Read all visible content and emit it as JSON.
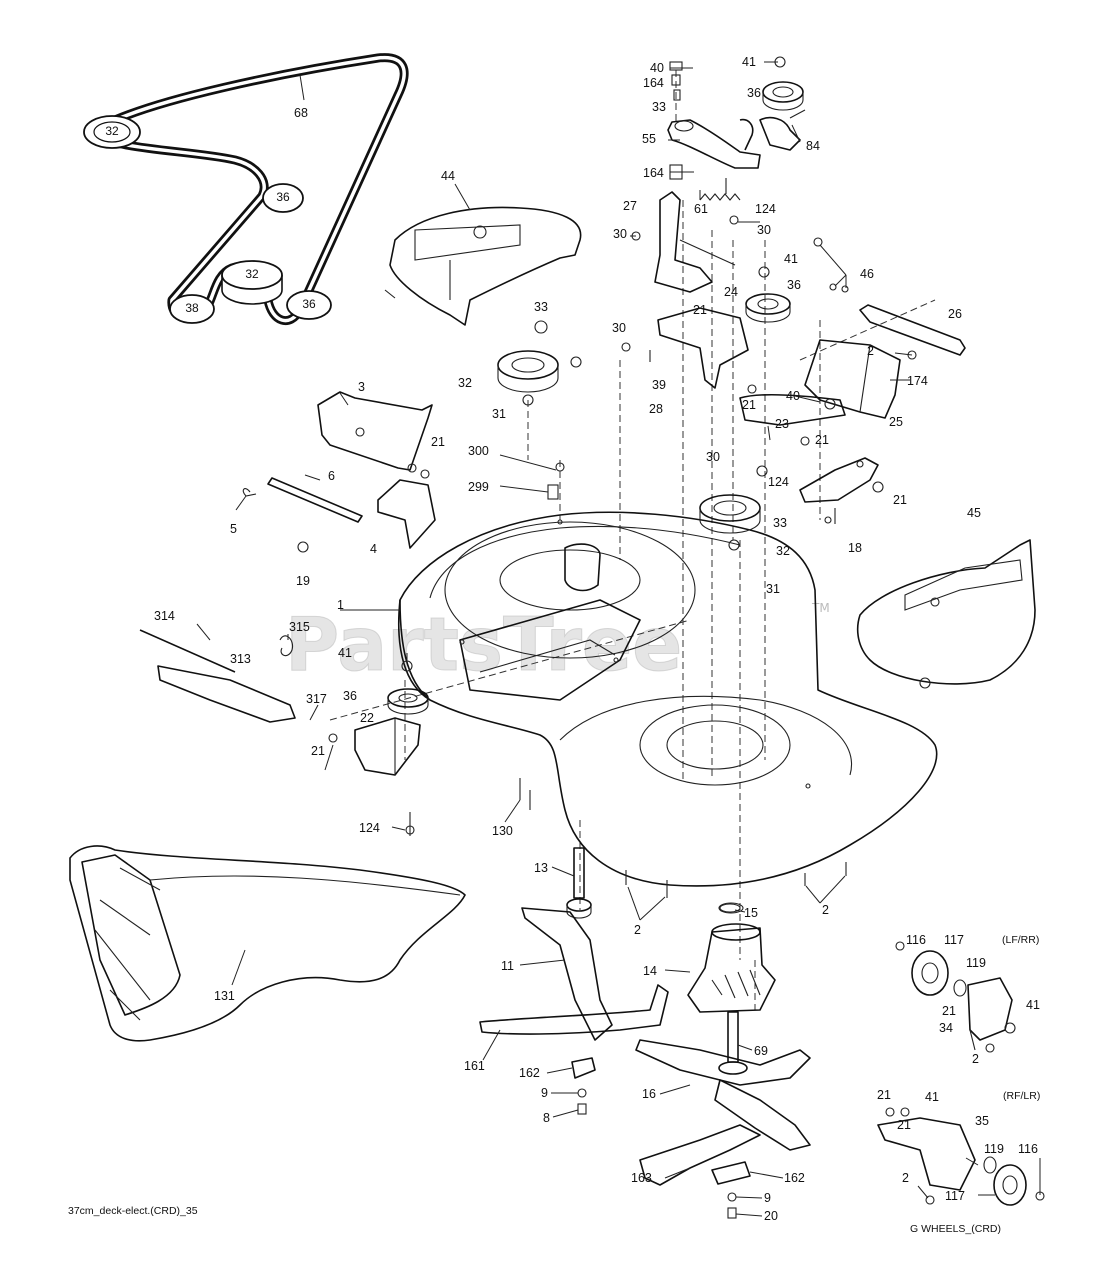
{
  "diagram": {
    "watermark": "PartsTree",
    "watermark_mark": "TM",
    "caption_left": "37cm_deck-elect.(CRD)_35",
    "caption_right": "G WHEELS_(CRD)",
    "variant_lf_rr": "(LF/RR)",
    "variant_rf_lr": "(RF/LR)",
    "belt_pulleys": [
      "32",
      "36",
      "32",
      "38",
      "36"
    ],
    "callouts": [
      {
        "id": "c1",
        "text": "68"
      },
      {
        "id": "c2",
        "text": "44"
      },
      {
        "id": "c3",
        "text": "40"
      },
      {
        "id": "c4",
        "text": "164"
      },
      {
        "id": "c5",
        "text": "33"
      },
      {
        "id": "c6",
        "text": "55"
      },
      {
        "id": "c7",
        "text": "41"
      },
      {
        "id": "c8",
        "text": "36"
      },
      {
        "id": "c9",
        "text": "84"
      },
      {
        "id": "c10",
        "text": "164"
      },
      {
        "id": "c11",
        "text": "61"
      },
      {
        "id": "c12",
        "text": "124"
      },
      {
        "id": "c13",
        "text": "27"
      },
      {
        "id": "c14",
        "text": "30"
      },
      {
        "id": "c15",
        "text": "30"
      },
      {
        "id": "c16",
        "text": "41"
      },
      {
        "id": "c17",
        "text": "46"
      },
      {
        "id": "c18",
        "text": "36"
      },
      {
        "id": "c19",
        "text": "33"
      },
      {
        "id": "c20",
        "text": "30"
      },
      {
        "id": "c21",
        "text": "21"
      },
      {
        "id": "c22",
        "text": "24"
      },
      {
        "id": "c23",
        "text": "26"
      },
      {
        "id": "c24",
        "text": "2"
      },
      {
        "id": "c25",
        "text": "174"
      },
      {
        "id": "c26",
        "text": "32"
      },
      {
        "id": "c27",
        "text": "39"
      },
      {
        "id": "c28",
        "text": "31"
      },
      {
        "id": "c29",
        "text": "28"
      },
      {
        "id": "c30",
        "text": "40"
      },
      {
        "id": "c31",
        "text": "21"
      },
      {
        "id": "c32",
        "text": "3"
      },
      {
        "id": "c33",
        "text": "21"
      },
      {
        "id": "c34",
        "text": "23"
      },
      {
        "id": "c35",
        "text": "21"
      },
      {
        "id": "c36",
        "text": "300"
      },
      {
        "id": "c37",
        "text": "30"
      },
      {
        "id": "c38",
        "text": "124"
      },
      {
        "id": "c39",
        "text": "25"
      },
      {
        "id": "c40",
        "text": "6"
      },
      {
        "id": "c41",
        "text": "299"
      },
      {
        "id": "c42",
        "text": "21"
      },
      {
        "id": "c43",
        "text": "5"
      },
      {
        "id": "c44",
        "text": "4"
      },
      {
        "id": "c45",
        "text": "33"
      },
      {
        "id": "c46",
        "text": "32"
      },
      {
        "id": "c47",
        "text": "18"
      },
      {
        "id": "c48",
        "text": "45"
      },
      {
        "id": "c49",
        "text": "19"
      },
      {
        "id": "c50",
        "text": "31"
      },
      {
        "id": "c51",
        "text": "1"
      },
      {
        "id": "c52",
        "text": "314"
      },
      {
        "id": "c53",
        "text": "315"
      },
      {
        "id": "c54",
        "text": "313"
      },
      {
        "id": "c55",
        "text": "41"
      },
      {
        "id": "c56",
        "text": "36"
      },
      {
        "id": "c57",
        "text": "317"
      },
      {
        "id": "c58",
        "text": "22"
      },
      {
        "id": "c59",
        "text": "21"
      },
      {
        "id": "c60",
        "text": "124"
      },
      {
        "id": "c61",
        "text": "130"
      },
      {
        "id": "c62",
        "text": "13"
      },
      {
        "id": "c63",
        "text": "15"
      },
      {
        "id": "c64",
        "text": "2"
      },
      {
        "id": "c65",
        "text": "2"
      },
      {
        "id": "c66",
        "text": "11"
      },
      {
        "id": "c67",
        "text": "14"
      },
      {
        "id": "c68",
        "text": "131"
      },
      {
        "id": "c69",
        "text": "161"
      },
      {
        "id": "c70",
        "text": "69"
      },
      {
        "id": "c71",
        "text": "162"
      },
      {
        "id": "c72",
        "text": "9"
      },
      {
        "id": "c73",
        "text": "16"
      },
      {
        "id": "c74",
        "text": "8"
      },
      {
        "id": "c75",
        "text": "163"
      },
      {
        "id": "c76",
        "text": "162"
      },
      {
        "id": "c77",
        "text": "9"
      },
      {
        "id": "c78",
        "text": "20"
      },
      {
        "id": "c79",
        "text": "116"
      },
      {
        "id": "c80",
        "text": "117"
      },
      {
        "id": "c81",
        "text": "119"
      },
      {
        "id": "c82",
        "text": "21"
      },
      {
        "id": "c83",
        "text": "34"
      },
      {
        "id": "c84",
        "text": "41"
      },
      {
        "id": "c85",
        "text": "2"
      },
      {
        "id": "c86",
        "text": "21"
      },
      {
        "id": "c87",
        "text": "41"
      },
      {
        "id": "c88",
        "text": "21"
      },
      {
        "id": "c89",
        "text": "35"
      },
      {
        "id": "c90",
        "text": "119"
      },
      {
        "id": "c91",
        "text": "116"
      },
      {
        "id": "c92",
        "text": "2"
      },
      {
        "id": "c93",
        "text": "117"
      }
    ]
  }
}
